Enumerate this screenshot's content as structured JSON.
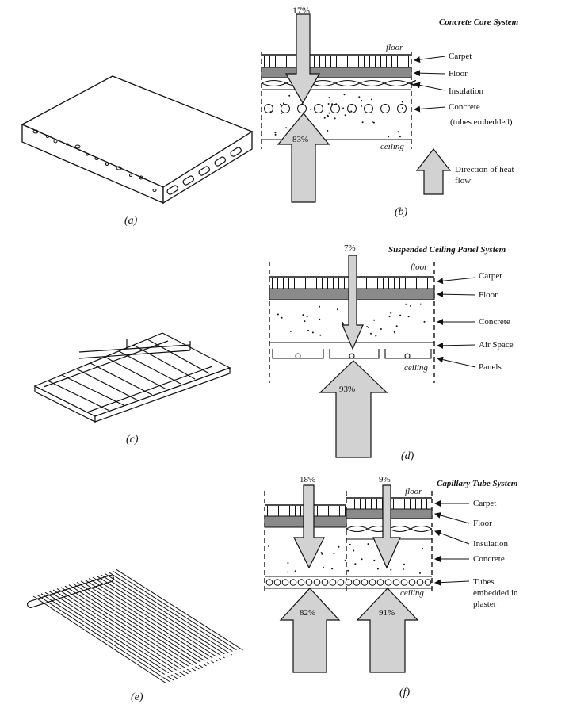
{
  "panel_b": {
    "title": "Concrete Core System",
    "floor_label": "floor",
    "ceiling_label": "ceiling",
    "top_percent": "17%",
    "bottom_percent": "83%",
    "layers": [
      "Carpet",
      "Floor",
      "Insulation",
      "Concrete",
      "(tubes embedded)"
    ],
    "legend_text": "Direction of heat flow",
    "caption": "(b)"
  },
  "panel_a": {
    "caption": "(a)"
  },
  "panel_c": {
    "caption": "(c)"
  },
  "panel_d": {
    "title": "Suspended Ceiling Panel System",
    "floor_label": "floor",
    "ceiling_label": "ceiling",
    "top_percent": "7%",
    "bottom_percent": "93%",
    "layers": [
      "Carpet",
      "Floor",
      "Concrete",
      "Air Space",
      "Panels"
    ],
    "caption": "(d)"
  },
  "panel_e": {
    "caption": "(e)"
  },
  "panel_f": {
    "title": "Capillary Tube System",
    "floor_label": "floor",
    "ceiling_label": "ceiling",
    "top_percent_left": "18%",
    "top_percent_right": "9%",
    "bottom_percent_left": "82%",
    "bottom_percent_right": "91%",
    "layers": [
      "Carpet",
      "Floor",
      "Insulation",
      "Concrete",
      "Tubes embedded in plaster"
    ],
    "caption": "(f)"
  },
  "colors": {
    "arrow_fill": "#d2d2d2",
    "floor_fill": "#8a8a8a",
    "line": "#111111"
  }
}
